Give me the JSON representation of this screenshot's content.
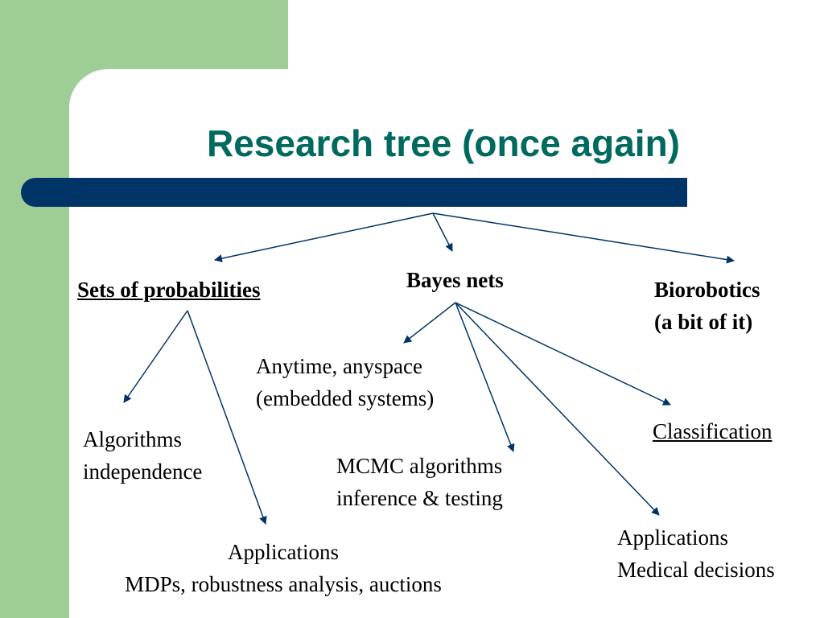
{
  "slide": {
    "title": "Research tree (once again)"
  },
  "nodes": {
    "sets_of_probabilities": "Sets of probabilities",
    "bayes_nets": "Bayes nets",
    "biorobotics": [
      "Biorobotics",
      "(a bit of it)"
    ],
    "anytime": [
      "Anytime, anyspace",
      "(embedded systems)"
    ],
    "algorithms": [
      "Algorithms",
      "independence"
    ],
    "mcmc": [
      "MCMC algorithms",
      "inference & testing"
    ],
    "classification": "Classification",
    "applications_left": [
      "Applications",
      "MDPs, robustness analysis, auctions"
    ],
    "applications_right": [
      "Applications",
      "Medical decisions"
    ]
  },
  "colors": {
    "accent_green": "#9ecd95",
    "title_bar": "#003366",
    "title_text": "#006a5e",
    "arrows": "#003366"
  }
}
